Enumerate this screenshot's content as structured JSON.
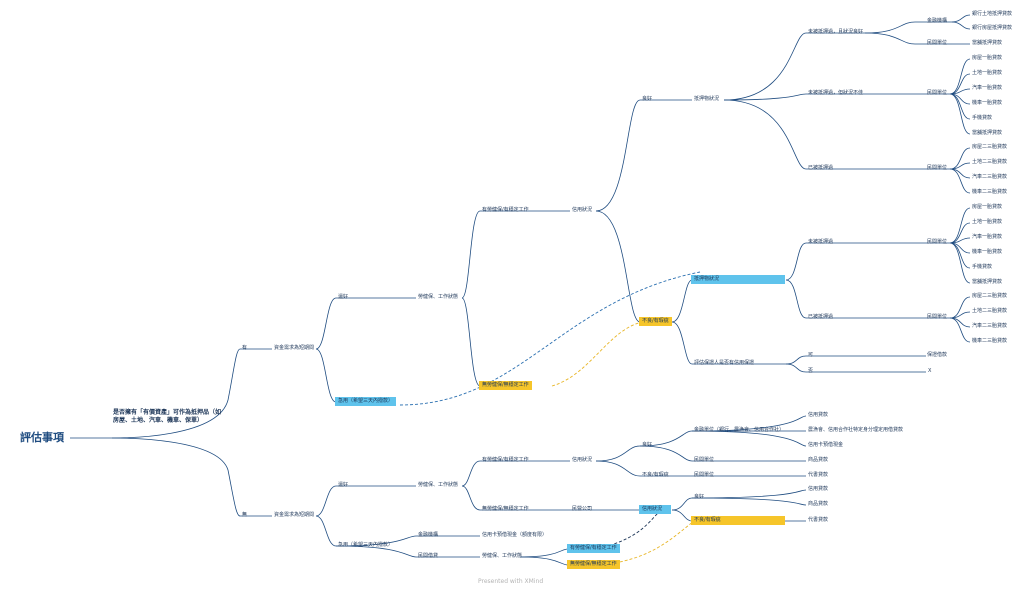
{
  "root": {
    "label": "評估事項"
  },
  "question": {
    "label": "是否擁有「有價資產」可作為抵押品（如房屋、土地、汽車、機車、保單）"
  },
  "footer": "Presented with XMind",
  "colors": {
    "line": "#1f4c80",
    "highlight_yellow": "#f6c52a",
    "highlight_blue": "#5fc3ec",
    "dash_blue": "#2a6fb0",
    "dash_yellow": "#e8b627"
  },
  "nodes": {
    "yes": "有",
    "no": "無",
    "need_y": "資金需求為短期間",
    "need_n": "資金需求為短期間",
    "good_y": "還好",
    "good_n": "還好",
    "bad_y": "急用（希望三天內撥款）",
    "bad_n": "急用（希望三天內撥款）",
    "job_y": "勞健保、工作狀態",
    "job_n": "勞健保、工作狀態",
    "stable_y": "有勞健保/有穩定工作",
    "stable_n": "有勞健保/有穩定工作",
    "unstable_y": "無勞健保/無穩定工作",
    "unstable_n": "無勞健保/無穩定工作",
    "credit_y": "信用狀況",
    "credit_n": "信用狀況",
    "good_credit_y": "良好",
    "good_credit_n": "良好",
    "bad_credit_y": "不良/有瑕疵",
    "collat1": "抵押物狀況",
    "collat2": "抵押物狀況",
    "notmort_good": "未被抵押過，且狀況良好",
    "notmort_bad": "未被抵押過，但狀況不佳",
    "mortgaged1": "已被抵押過",
    "notmort2": "未被抵押過",
    "mortgaged2": "已被抵押過",
    "fin_inst": "金融機構",
    "private_unit_1": "民間單位",
    "bank_land": "銀行土地抵押貸款",
    "bank_house": "銀行房屋抵押貸款",
    "auction1": "當舖抵押貸款",
    "a1": "房屋一胎貸款",
    "a2": "土地一胎貸款",
    "a3": "汽車一胎貸款",
    "a4": "機車一胎貸款",
    "a5": "手機貸款",
    "a6": "當舖抵押貸款",
    "private_unit_2": "民間單位",
    "private_unit_3": "民間單位",
    "b1": "房屋二三胎貸款",
    "b2": "土地二三胎貸款",
    "b3": "汽車二三胎貸款",
    "b4": "機車二三胎貸款",
    "private_unit_4": "民間單位",
    "c1": "房屋一胎貸款",
    "c2": "土地一胎貸款",
    "c3": "汽車一胎貸款",
    "c4": "機車一胎貸款",
    "c5": "手機貸款",
    "c6": "當舖抵押貸款",
    "private_unit_5": "民間單位",
    "d1": "房屋二三胎貸款",
    "d2": "土地二三胎貸款",
    "d3": "汽車二三胎貸款",
    "d4": "機車二三胎貸款",
    "guarantor_q": "評估保證人是否有信用保證",
    "can": "可",
    "cannot": "否",
    "guarantor_loan": "保證借款",
    "x_mark": "X",
    "fin_units": "金融單位（銀行、農漁會、信用合作社）",
    "e1": "信用貸款",
    "e2": "農漁會、信用合作社特定身分理定用借貸款",
    "e3": "信用卡預借現金",
    "private_unit_6": "民間單位",
    "e4": "商品貸款",
    "bad_credit_n": "不良/有瑕疵",
    "private_unit_7": "民間單位",
    "e5": "代書貸款",
    "private_co": "民營公司",
    "credit_n2": "信用狀況",
    "good_credit_n2": "良好",
    "f1": "信用貸款",
    "f2": "商品貸款",
    "bad_credit_n2": "不良/有瑕疵",
    "f3": "代書貸款",
    "fin_org": "金融機構",
    "cc_cash": "信用卡預借現金（額度有限）",
    "private_lend": "民間借貸"
  }
}
